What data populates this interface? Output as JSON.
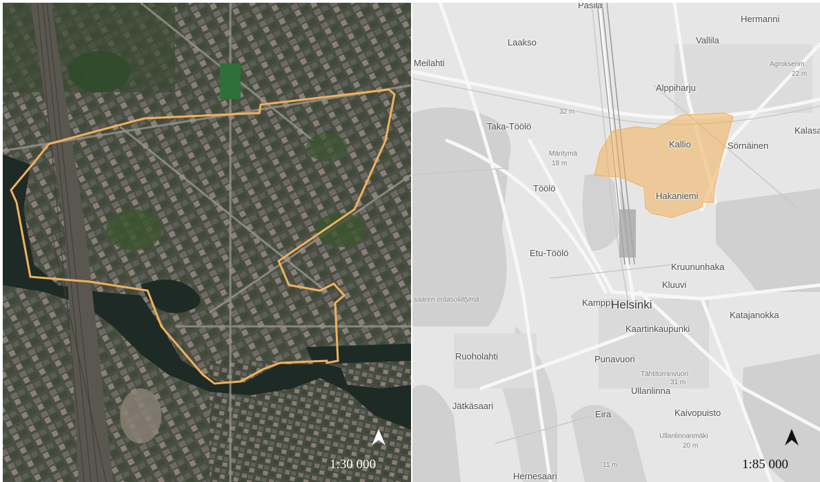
{
  "aerial_panel": {
    "scale": "1:30 000",
    "boundary_color": "#f2b15a"
  },
  "basemap_panel": {
    "scale": "1:85 000",
    "highlight_color": "#f2b15a",
    "labels": {
      "pasila": "Pasila",
      "hermanni": "Hermanni",
      "laakso": "Laakso",
      "vallila": "Vallila",
      "meilahti": "Meilahti",
      "agroksenmaki": "Agroksenm",
      "elev_22": "22 m",
      "alppiharju": "Alppiharju",
      "elev_32": "32 m",
      "taka_toolo": "Taka-Töölö",
      "kalasatama": "Kalasa",
      "mantymaki": "Mäntymä",
      "elev_18": "18 m",
      "kallio": "Kallio",
      "sornainen": "Sörnäinen",
      "toolo": "Töölö",
      "hakaniemi": "Hakaniemi",
      "etu_toolo": "Etu-Töölö",
      "kruununhaka": "Kruununhaka",
      "kluuvi": "Kluuvi",
      "saaren": "saaren eritasoliittymä",
      "kamppi": "Kamppi",
      "helsinki": "Helsinki",
      "katajanokka": "Katajanokka",
      "kaartinkaupunki": "Kaartinkaupunki",
      "ruoholahti": "Ruoholahti",
      "punavuori": "Punavuori",
      "tahtitorninvuori": "Tähtitorninvuori",
      "elev_31": "31 m",
      "ullanlinna": "Ullanlinna",
      "jatkasaari": "Jätkäsaari",
      "eira": "Eira",
      "kaivopuisto": "Kaivopuisto",
      "ullanlinnanmaki": "Ullanlinnanmäki",
      "elev_20": "20 m",
      "elev_11": "11 m",
      "hernesaari": "Hernesaari"
    }
  },
  "icons": [
    "north-arrow-icon"
  ]
}
